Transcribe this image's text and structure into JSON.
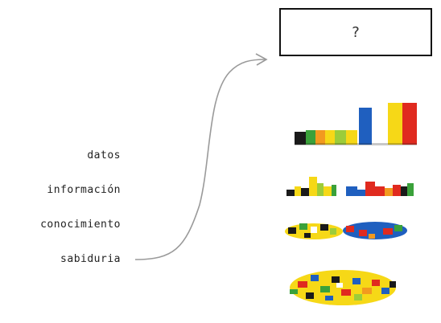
{
  "question": "?",
  "levels": [
    {
      "id": "datos",
      "label": "datos"
    },
    {
      "id": "informacion",
      "label": "información"
    },
    {
      "id": "conocimiento",
      "label": "conocimiento"
    },
    {
      "id": "sabiduria",
      "label": "sabiduria"
    }
  ],
  "colors": {
    "black": "#1a1a1a",
    "green": "#3aa13a",
    "orange": "#f29a1f",
    "yellow": "#f6d817",
    "lime": "#9ccc3a",
    "blue": "#1f5fbf",
    "red": "#e02a1f",
    "arrow": "#9a9a9a"
  }
}
